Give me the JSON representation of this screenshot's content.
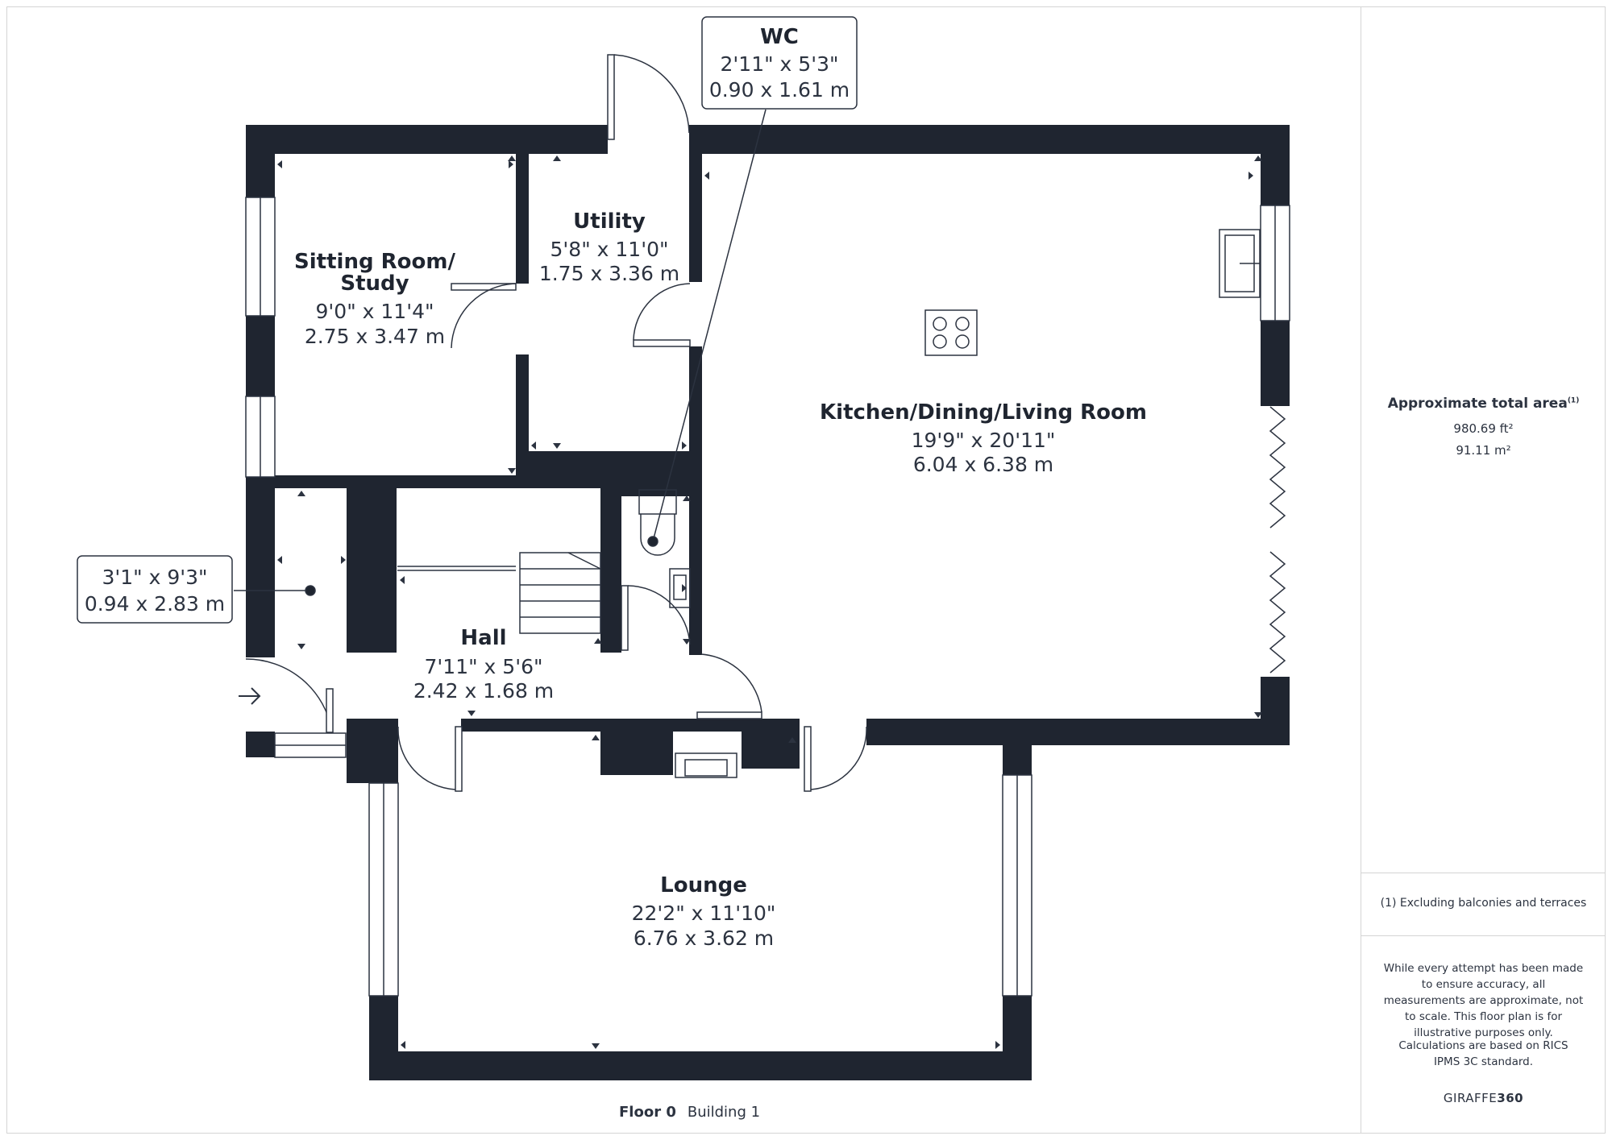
{
  "rooms": {
    "wc": {
      "name": "WC",
      "imperial": "2'11\" x 5'3\"",
      "metric": "0.90 x 1.61 m"
    },
    "utility": {
      "name": "Utility",
      "imperial": "5'8\" x 11'0\"",
      "metric": "1.75 x 3.36 m"
    },
    "sitting": {
      "name_line1": "Sitting Room/",
      "name_line2": "Study",
      "imperial": "9'0\" x 11'4\"",
      "metric": "2.75 x 3.47 m"
    },
    "kitchen": {
      "name": "Kitchen/Dining/Living Room",
      "imperial": "19'9\" x 20'11\"",
      "metric": "6.04 x 6.38 m"
    },
    "cupboard": {
      "imperial": "3'1\" x 9'3\"",
      "metric": "0.94 x 2.83 m"
    },
    "hall": {
      "name": "Hall",
      "imperial": "7'11\" x 5'6\"",
      "metric": "2.42 x 1.68 m"
    },
    "lounge": {
      "name": "Lounge",
      "imperial": "22'2\" x 11'10\"",
      "metric": "6.76 x 3.62 m"
    }
  },
  "floor": {
    "label": "Floor 0",
    "building": "Building 1"
  },
  "sidebar": {
    "area_title": "Approximate total area",
    "area_footnote_mark": "(1)",
    "area_ft": "980.69 ft²",
    "area_m": "91.11 m²",
    "footnote": "(1) Excluding balconies and terraces",
    "disclaimer": "While every attempt has been made to ensure accuracy, all measurements are approximate, not to scale. This floor plan is for illustrative purposes only.",
    "calc_note": "Calculations are based on RICS IPMS 3C standard.",
    "brand_a": "GIRAFFE",
    "brand_b": "360"
  },
  "colors": {
    "wall": "#1f2530",
    "line": "#2c3340",
    "border": "#d4d4d4"
  }
}
